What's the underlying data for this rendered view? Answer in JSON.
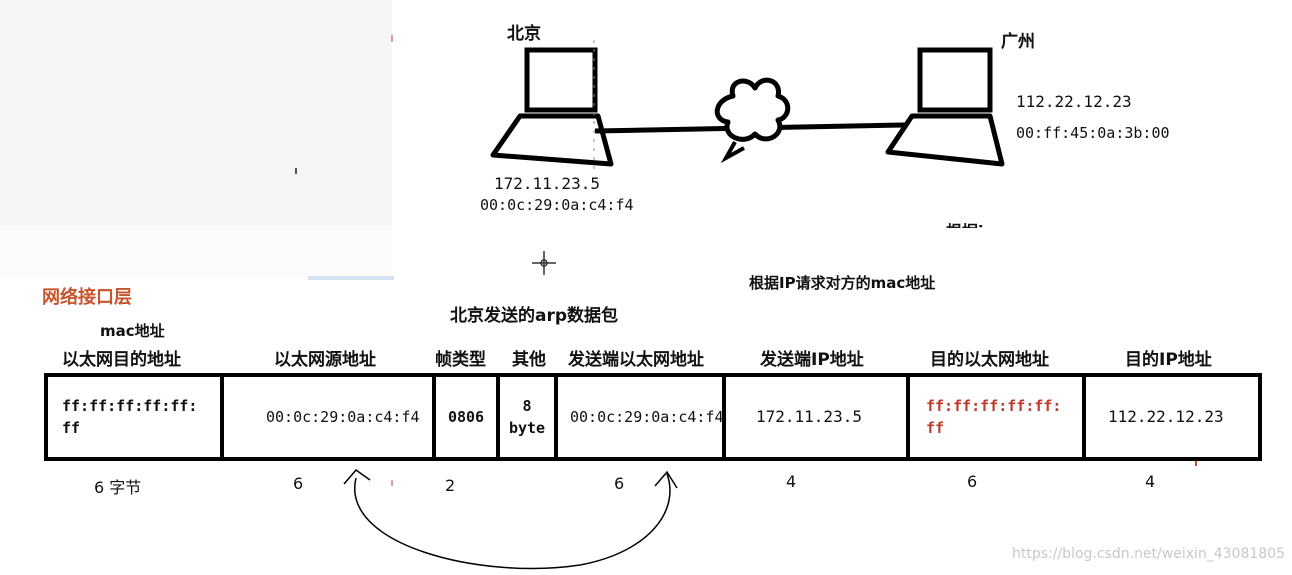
{
  "cities": {
    "beijing": "北京",
    "guangzhou": "广州"
  },
  "beijing_host": {
    "ip": "172.11.23.5",
    "mac": "00:0c:29:0a:c4:f4"
  },
  "guangzhou_host": {
    "ip": "112.22.12.23",
    "mac": "00:ff:45:0a:3b:00"
  },
  "partial_text": "根据i",
  "layer_label": "网络接口层",
  "packet_title": "北京发送的arp数据包",
  "arp_note": "根据IP请求对方的mac地址",
  "headers": {
    "mac_note": "mac地址",
    "dst_eth": "以太网目的地址",
    "src_eth": "以太网源地址",
    "frame_type": "帧类型",
    "other": "其他",
    "sender_eth": "发送端以太网地址",
    "sender_ip": "发送端IP地址",
    "target_eth": "目的以太网地址",
    "target_ip": "目的IP地址"
  },
  "cells": {
    "dst_eth_line1": "ff:ff:ff:ff:ff:",
    "dst_eth_line2": "ff",
    "src_eth": "00:0c:29:0a:c4:f4",
    "frame_type": "0806",
    "other_line1": "8",
    "other_line2": "byte",
    "sender_eth": "00:0c:29:0a:c4:f4",
    "sender_ip": "172.11.23.5",
    "target_eth_line1": "ff:ff:ff:ff:ff:",
    "target_eth_line2": "ff",
    "target_ip": "112.22.12.23"
  },
  "sizes": {
    "dst_eth": "6 字节",
    "src_eth": "6",
    "frame_type": "2",
    "sender_eth": "6",
    "sender_ip": "4",
    "target_eth": "6",
    "target_ip": "4"
  },
  "watermark": "https://blog.csdn.net/weixin_43081805",
  "colors": {
    "accent_red": "#c0392b",
    "layer_label": "#c9532c",
    "watermark": "#c8c8c8"
  }
}
